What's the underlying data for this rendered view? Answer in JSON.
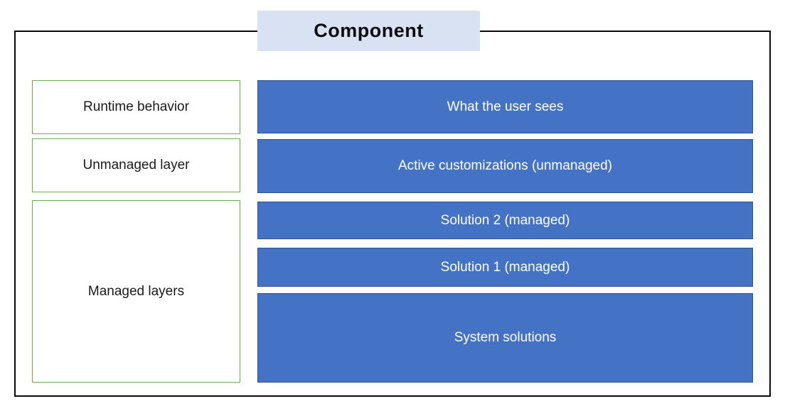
{
  "title": {
    "label": "Component"
  },
  "left_column": {
    "items": [
      {
        "label": "Runtime behavior"
      },
      {
        "label": "Unmanaged layer"
      },
      {
        "label": "Managed layers"
      }
    ]
  },
  "right_column": {
    "items": [
      {
        "label": "What the user sees"
      },
      {
        "label": "Active customizations (unmanaged)"
      },
      {
        "label": "Solution 2 (managed)"
      },
      {
        "label": "Solution 1 (managed)"
      },
      {
        "label": "System solutions"
      }
    ]
  },
  "colors": {
    "blue_box_fill": "#4472C4",
    "blue_box_border": "#2F528F",
    "green_label_border": "#70AD47",
    "title_fill": "#D9E2F3",
    "frame_border": "#000000",
    "blue_box_text": "#FFFFFF",
    "label_text": "#1A1A1A"
  }
}
